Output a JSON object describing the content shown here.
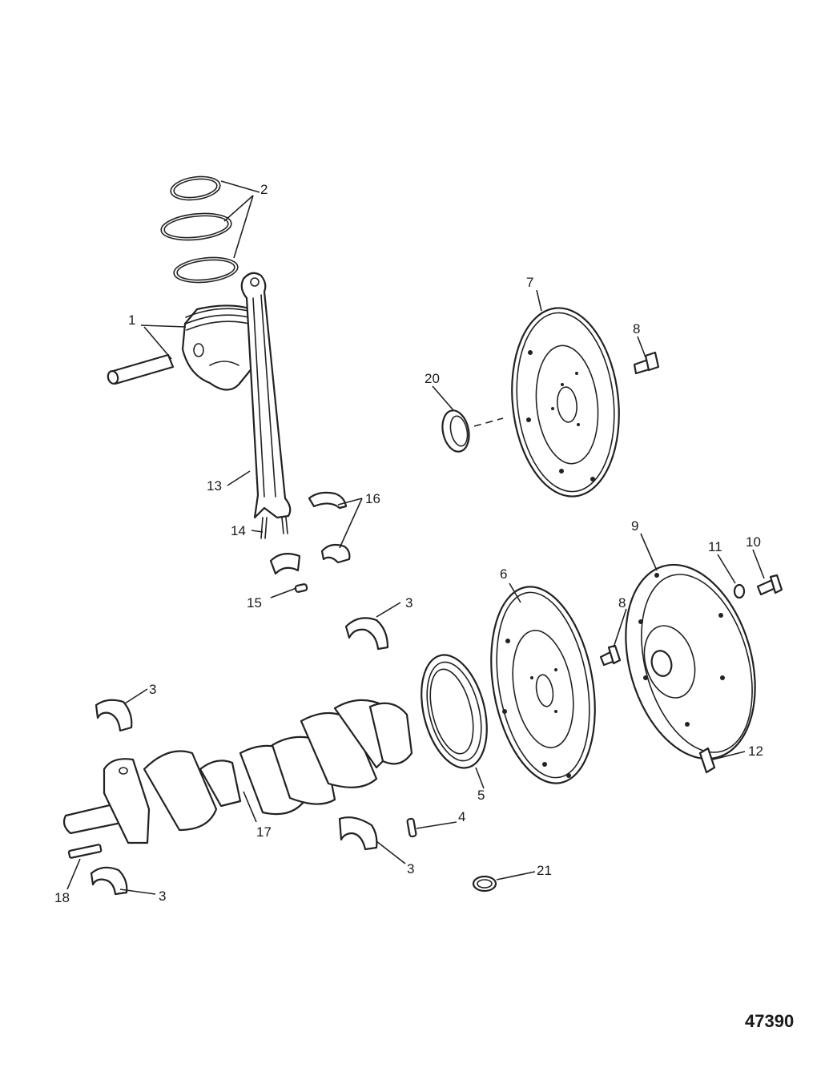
{
  "figure_number": "47390",
  "callouts": {
    "c1": "1",
    "c2": "2",
    "c3a": "3",
    "c3b": "3",
    "c3c": "3",
    "c3d": "3",
    "c4": "4",
    "c5": "5",
    "c6": "6",
    "c7": "7",
    "c8a": "8",
    "c8b": "8",
    "c9": "9",
    "c10": "10",
    "c11": "11",
    "c12": "12",
    "c13": "13",
    "c14": "14",
    "c15": "15",
    "c16": "16",
    "c17": "17",
    "c18": "18",
    "c20": "20",
    "c21": "21"
  }
}
